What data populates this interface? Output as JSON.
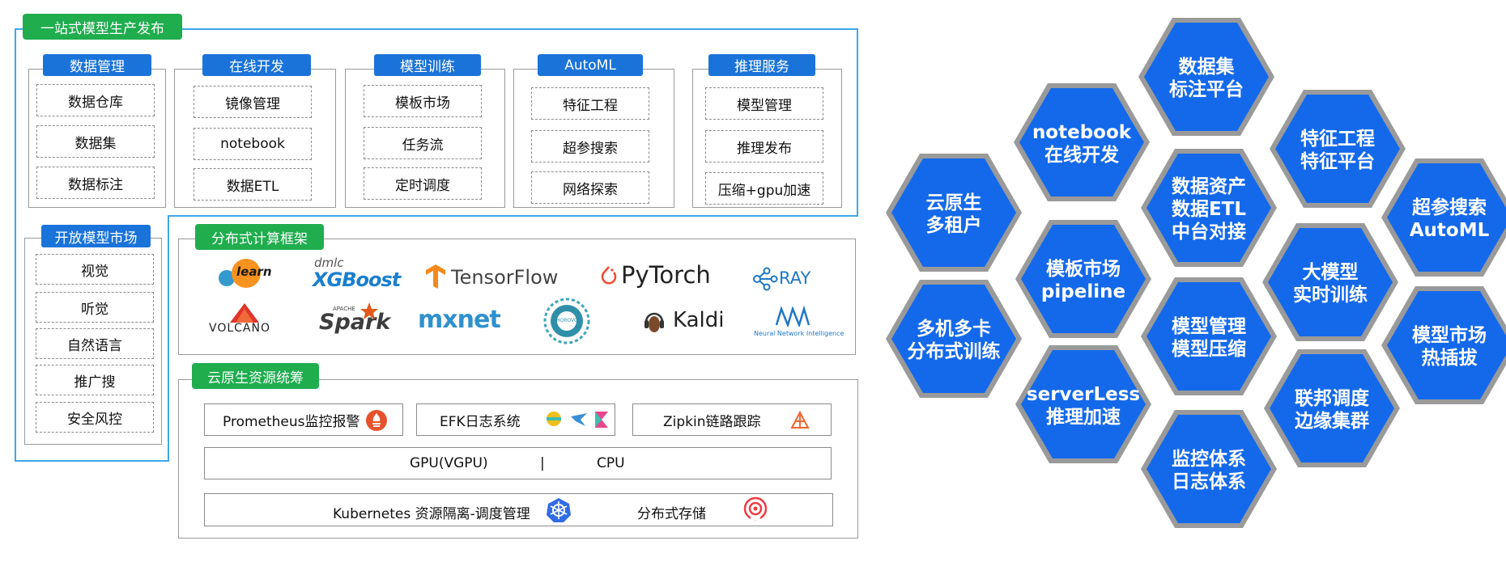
{
  "platform": {
    "title": "一站式模型生产发布",
    "columns": [
      {
        "title": "数据管理",
        "items": [
          "数据仓库",
          "数据集",
          "数据标注"
        ]
      },
      {
        "title": "在线开发",
        "items": [
          "镜像管理",
          "notebook",
          "数据ETL"
        ]
      },
      {
        "title": "模型训练",
        "items": [
          "模板市场",
          "任务流",
          "定时调度"
        ]
      },
      {
        "title": "AutoML",
        "items": [
          "特征工程",
          "超参搜索",
          "网络探索"
        ]
      },
      {
        "title": "推理服务",
        "items": [
          "模型管理",
          "推理发布",
          "压缩+gpu加速"
        ]
      }
    ],
    "market": {
      "title": "开放模型市场",
      "items": [
        "视觉",
        "听觉",
        "自然语言",
        "推广搜",
        "安全风控"
      ]
    }
  },
  "frameworks": {
    "title": "分布式计算框架",
    "logos": {
      "sklearn": "learn",
      "xgboost_small": "dmlc",
      "xgboost": "XGBoost",
      "tensorflow": "TensorFlow",
      "pytorch": "PyTorch",
      "ray": "RAY",
      "volcano": "VOLCANO",
      "spark_small": "APACHE",
      "spark": "Spark",
      "mxnet": "mxnet",
      "horovod": "HOROVOD",
      "kaldi": "Kaldi",
      "nni": "Neural Network Intelligence"
    }
  },
  "cloud": {
    "title": "云原生资源统筹",
    "prometheus": "Prometheus监控报警",
    "efk": "EFK日志系统",
    "zipkin": "Zipkin链路跟踪",
    "gpu": "GPU(VGPU)",
    "separator": "|",
    "cpu": "CPU",
    "k8s": "Kubernetes 资源隔离-调度管理",
    "storage": "分布式存储"
  },
  "hexagons": [
    {
      "id": "hex-1",
      "lines": [
        "数据集",
        "标注平台"
      ]
    },
    {
      "id": "hex-2",
      "lines": [
        "notebook",
        "在线开发"
      ]
    },
    {
      "id": "hex-3",
      "lines": [
        "特征工程",
        "特征平台"
      ]
    },
    {
      "id": "hex-4",
      "lines": [
        "云原生",
        "多租户"
      ]
    },
    {
      "id": "hex-5",
      "lines": [
        "数据资产",
        "数据ETL",
        "中台对接"
      ]
    },
    {
      "id": "hex-6",
      "lines": [
        "超参搜索",
        "AutoML"
      ]
    },
    {
      "id": "hex-7",
      "lines": [
        "模板市场",
        "pipeline"
      ]
    },
    {
      "id": "hex-8",
      "lines": [
        "大模型",
        "实时训练"
      ]
    },
    {
      "id": "hex-9",
      "lines": [
        "多机多卡",
        "分布式训练"
      ]
    },
    {
      "id": "hex-10",
      "lines": [
        "模型管理",
        "模型压缩"
      ]
    },
    {
      "id": "hex-11",
      "lines": [
        "模型市场",
        "热插拔"
      ]
    },
    {
      "id": "hex-12",
      "lines": [
        "serverLess",
        "推理加速"
      ]
    },
    {
      "id": "hex-13",
      "lines": [
        "联邦调度",
        "边缘集群"
      ]
    },
    {
      "id": "hex-14",
      "lines": [
        "监控体系",
        "日志体系"
      ]
    }
  ],
  "colors": {
    "hex_fill": "#1469ea",
    "hex_border": "#9a9a9a",
    "green_tag": "#1fad4e",
    "blue_tag": "#1a73d9",
    "outline_blue": "#3fa7e8"
  }
}
